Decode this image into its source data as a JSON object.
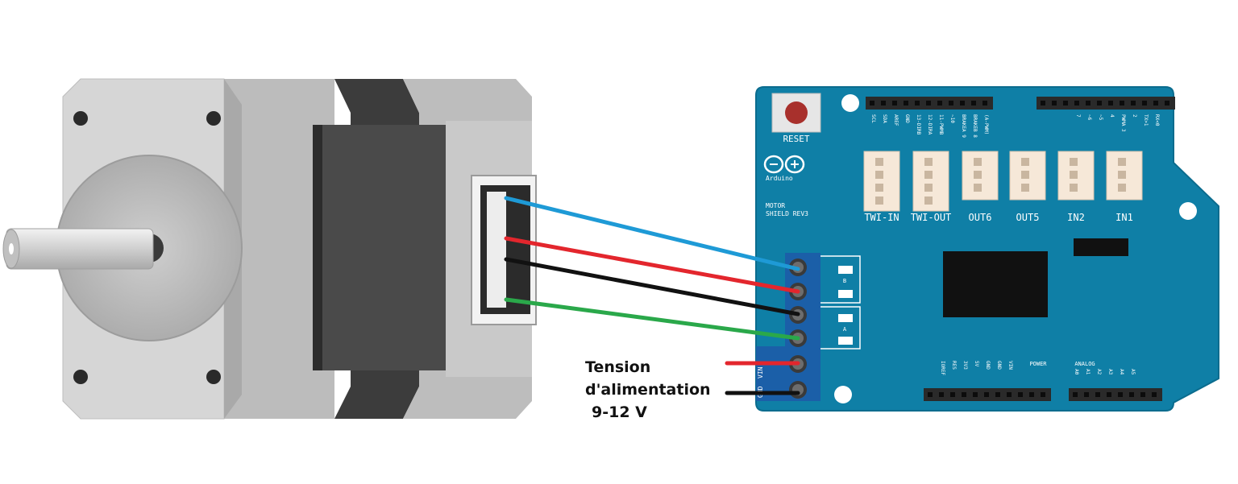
{
  "supply": {
    "line1": "Tension",
    "line2": "d'alimentation",
    "line3": "9-12 V"
  },
  "board": {
    "reset_label": "RESET",
    "brand": "Arduino",
    "model_line1": "MOTOR",
    "model_line2": "SHIELD REV3",
    "connectors": [
      "TWI-IN",
      "TWI-OUT",
      "OUT6",
      "OUT5",
      "IN2",
      "IN1"
    ],
    "top_pins_left": [
      "SCL",
      "SDA",
      "AREF",
      "GND",
      "13-DIRB",
      "12-DIRA",
      "11-PWMB",
      "~10",
      "BRAKEA 9",
      "BRAKEB 8",
      "(A-PWM)"
    ],
    "top_pins_right": [
      "7",
      "~6",
      "~5",
      "4",
      "PWMA 3",
      "2",
      "TX>1",
      "RX<0"
    ],
    "screw_labels": [
      "B",
      "A",
      "VIN",
      "GND"
    ],
    "power_header_title": "POWER",
    "power_pins": [
      "IOREF",
      "RES",
      "3V3",
      "5V",
      "GND",
      "GND",
      "VIN"
    ],
    "analog_header_title": "ANALOG",
    "analog_pins": [
      "A0",
      "A1",
      "A2",
      "A3",
      "A4",
      "A5"
    ]
  },
  "wires": [
    {
      "name": "blue",
      "color": "#1e9ad6"
    },
    {
      "name": "red",
      "color": "#e3262d"
    },
    {
      "name": "black",
      "color": "#111111"
    },
    {
      "name": "green",
      "color": "#2aa84a"
    }
  ],
  "colors": {
    "board": "#0f7fa6",
    "board_edge": "#0b6c8e",
    "header": "#2a2a2a",
    "terminal": "#1b5fa8",
    "motor_light": "#d9d9d9",
    "motor_mid": "#b3b3b3",
    "motor_dark": "#444444"
  }
}
